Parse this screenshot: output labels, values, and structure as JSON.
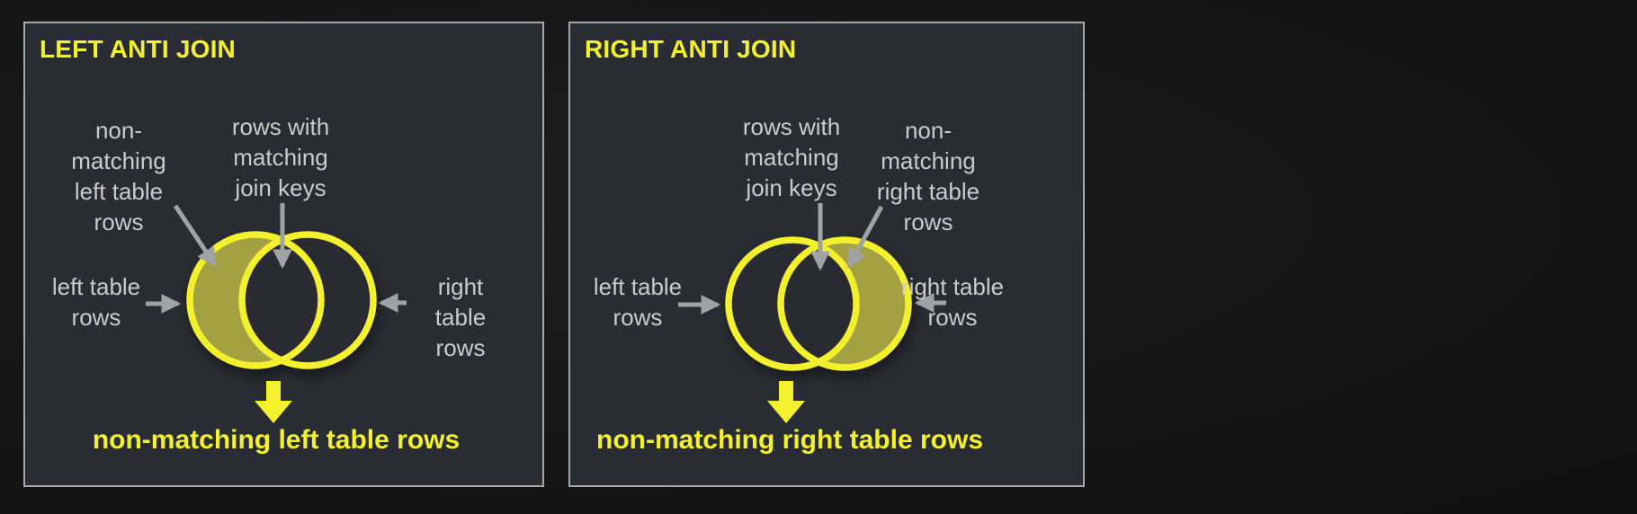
{
  "colors": {
    "page_bg": "#171717",
    "panel_bg": "#2a2c33",
    "panel_border": "#a8a8a8",
    "accent_yellow": "#f3f02e",
    "olive_fill": "#a4a143",
    "label_gray": "#cbcbcb",
    "arrow_gray": "#a0a2a4"
  },
  "panels": [
    {
      "title": "LEFT ANTI JOIN",
      "highlighted_region": "left crescent",
      "labels": {
        "non_matching": "non-\nmatching\nleft table\nrows",
        "matching_keys": "rows with\nmatching\njoin keys",
        "left_table": "left table\nrows",
        "right_table": "right table\nrows"
      },
      "caption": "non-matching left table rows"
    },
    {
      "title": "RIGHT ANTI JOIN",
      "highlighted_region": "right crescent",
      "labels": {
        "non_matching": "non-\nmatching\nright table\nrows",
        "matching_keys": "rows with\nmatching\njoin keys",
        "left_table": "left table\nrows",
        "right_table": "right table\nrows"
      },
      "caption": "non-matching right table rows"
    }
  ]
}
